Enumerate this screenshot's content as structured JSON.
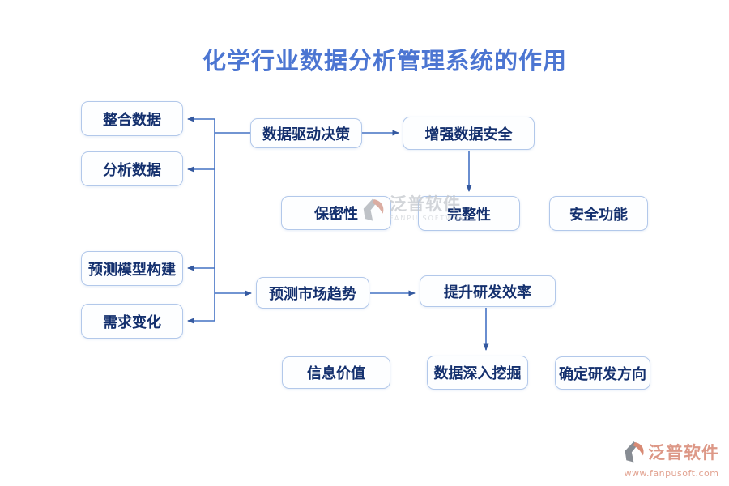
{
  "title": "化学行业数据分析管理系统的作用",
  "nodes": {
    "integrate_data": "整合数据",
    "analyze_data": "分析数据",
    "predict_model": "预测模型构建",
    "demand_change": "需求变化",
    "data_driven_decision": "数据驱动决策",
    "enhance_data_security": "增强数据安全",
    "confidentiality": "保密性",
    "integrity": "完整性",
    "security_function": "安全功能",
    "predict_market_trend": "预测市场趋势",
    "improve_rd_efficiency": "提升研发效率",
    "information_value": "信息价值",
    "deep_data_mining": "数据深入挖掘",
    "determine_rd_direction": "确定研发方向"
  },
  "watermark": {
    "brand": "泛普软件",
    "brand_en": "FANPU SOFTWARE"
  },
  "footer": {
    "brand": "泛普软件",
    "url": "www.fanpusoft.com"
  },
  "colors": {
    "title_blue": "#4c76d2",
    "connector_blue": "#4472c4",
    "arrowhead_navy": "#35599f",
    "node_border": "#b2c8ea",
    "node_text": "#14306e",
    "watermark_gray": "#c3c7cd",
    "logo_salmon": "#dd9887",
    "logo_gray": "#878c93"
  }
}
